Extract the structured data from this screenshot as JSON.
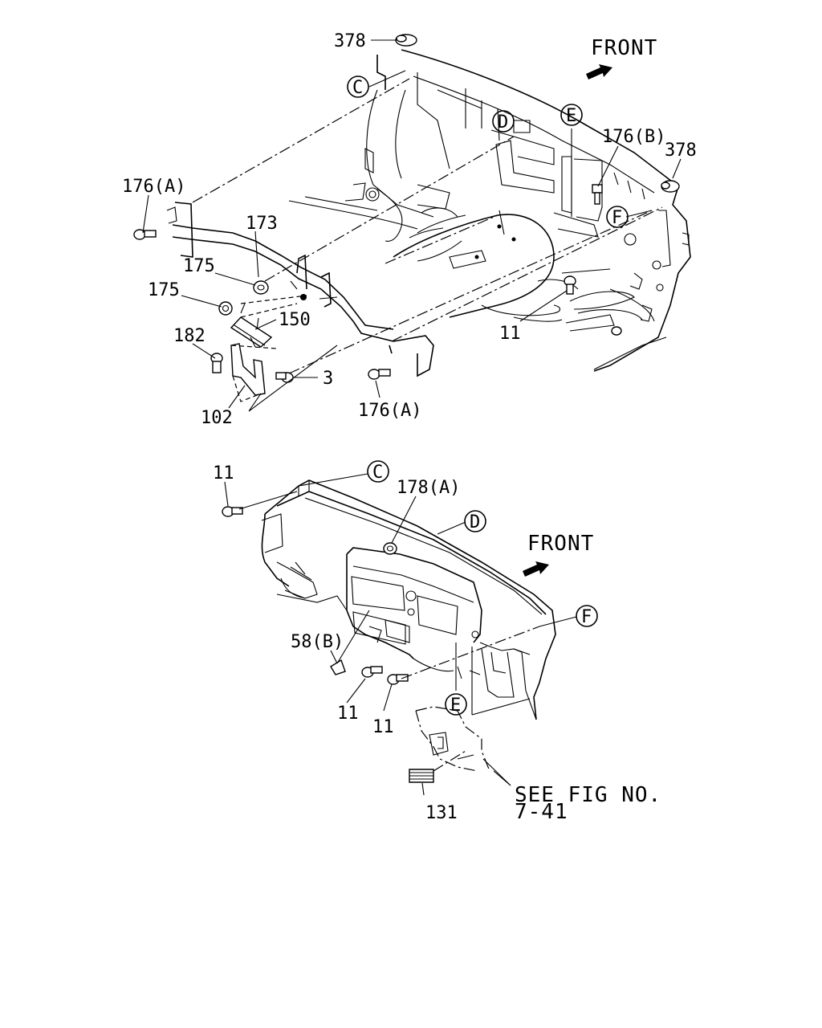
{
  "upper": {
    "front": "FRONT",
    "callouts": {
      "c": "C",
      "d": "D",
      "e": "E",
      "f": "F"
    },
    "labels": {
      "p378_top": "378",
      "p378_right": "378",
      "p176b": "176(B)",
      "p176a_left": "176(A)",
      "p176a_bottom": "176(A)",
      "p173": "173",
      "p175_a": "175",
      "p175_b": "175",
      "p150": "150",
      "p182": "182",
      "p3": "3",
      "p102": "102",
      "p11": "11"
    }
  },
  "lower": {
    "front": "FRONT",
    "callouts": {
      "c": "C",
      "d": "D",
      "e": "E",
      "f": "F"
    },
    "labels": {
      "p11_top": "11",
      "p178a": "178(A)",
      "p58b": "58(B)",
      "p11_a": "11",
      "p11_b": "11",
      "p131": "131"
    },
    "see_fig_line1": "SEE FIG NO.",
    "see_fig_line2": "7-41"
  },
  "icons": {
    "front_arrow": "front-arrow-icon",
    "callout_circle": "callout-circle-icon"
  }
}
